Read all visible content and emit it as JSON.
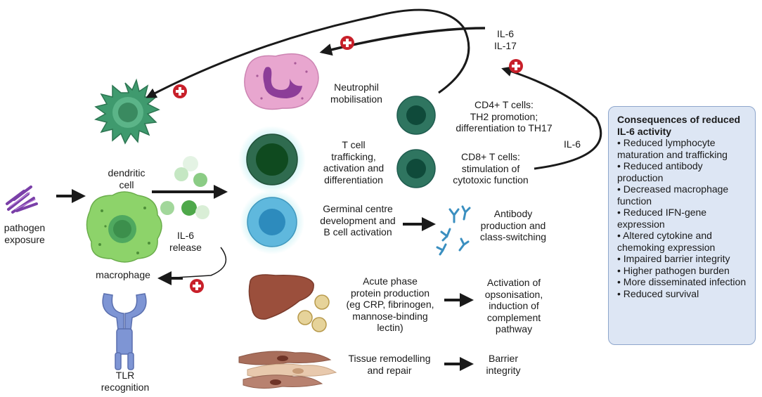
{
  "labels": {
    "pathogen": "pathogen\nexposure",
    "dendritic": "dendritic\ncell",
    "macrophage": "macrophage",
    "tlr": "TLR\nrecognition",
    "il6_release": "IL-6\nrelease",
    "neutrophil": "Neutrophil\nmobilisation",
    "il6_il17": "IL-6\nIL-17",
    "il6_right": "IL-6",
    "cd4": "CD4+ T cells:\nTH2 promotion;\ndifferentiation to TH17",
    "cd8": "CD8+ T cells:\nstimulation of\ncytotoxic function",
    "tcell": "T cell\ntrafficking,\nactivation and\ndifferentiation",
    "germinal": "Germinal centre\ndevelopment and\nB cell activation",
    "antibody": "Antibody\nproduction and\nclass-switching",
    "acute": "Acute phase\nprotein production\n(eg CRP, fibrinogen,\nmannose-binding\nlectin)",
    "opsonisation": "Activation of\nopsonisation,\ninduction of\ncomplement\npathway",
    "tissue": "Tissue remodelling\nand repair",
    "barrier": "Barrier\nintegrity"
  },
  "consequences": {
    "title": "Consequences of reduced IL-6 activity",
    "items": [
      "Reduced lymphocyte maturation and trafficking",
      "Reduced antibody production",
      "Decreased macrophage function",
      "Reduced IFN-gene expression",
      "Altered cytokine and chemoking expression",
      "Impaired barrier integrity",
      "Higher pathogen burden",
      "More disseminated infection",
      "Reduced survival"
    ]
  },
  "colors": {
    "plus_badge": "#c8202a",
    "arrow": "#1a1a1a",
    "dendritic": "#3f9a6e",
    "macrophage": "#8dd36a",
    "neutrophil": "#e8a6cf",
    "tcell_dark": "#1f5c4f",
    "bcell": "#5fb8dd",
    "liver": "#9b4f3c",
    "tlr": "#7e95d4",
    "antibody": "#3a8fc0",
    "box_fill": "#dde6f4",
    "box_border": "#8ea6cc"
  }
}
